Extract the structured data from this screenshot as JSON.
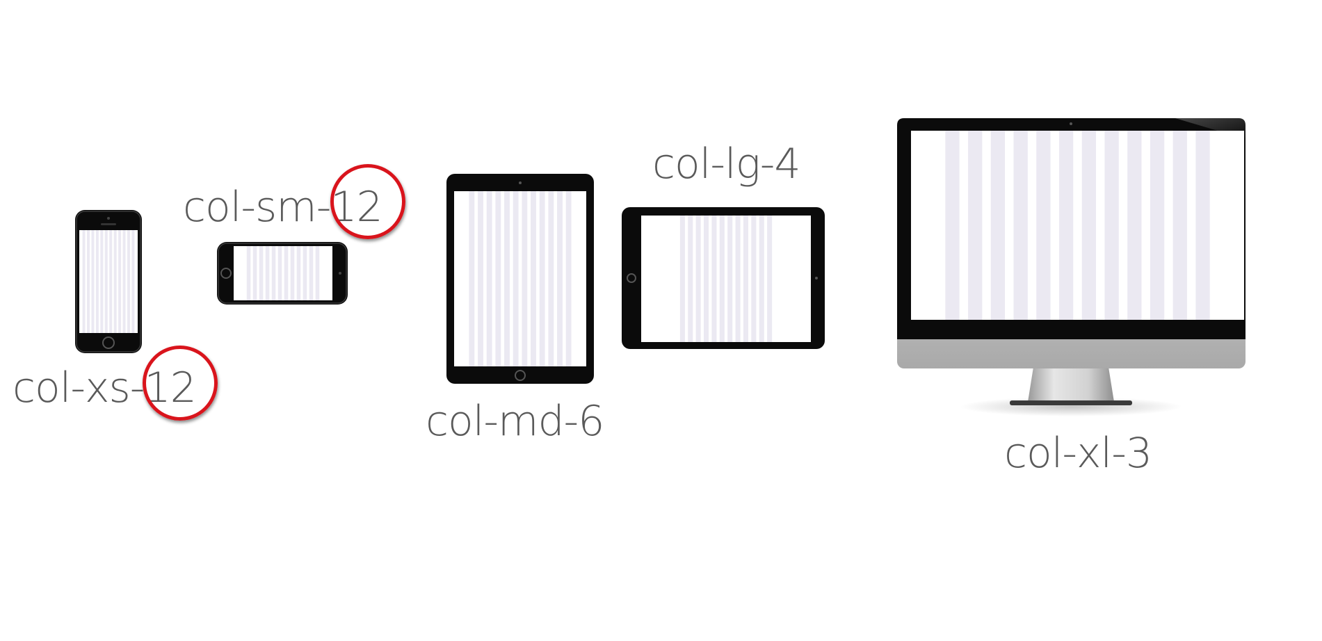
{
  "colors": {
    "background": "#ffffff",
    "device_body": "#0b0b0b",
    "grid_column": "#ebe9f2",
    "screen": "#ffffff",
    "highlight_circle": "#d9141c",
    "label_text": "#5a5a5a"
  },
  "labels": {
    "xs": {
      "prefix": "col-xs-",
      "number": "12",
      "highlighted": true
    },
    "sm": {
      "prefix": "col-sm-",
      "number": "12",
      "highlighted": true
    },
    "md": {
      "prefix": "col-md-",
      "number": "6",
      "highlighted": false
    },
    "lg": {
      "prefix": "col-lg-",
      "number": "4",
      "highlighted": false
    },
    "xl": {
      "prefix": "col-xl-",
      "number": "3",
      "highlighted": false
    }
  },
  "devices": [
    {
      "name": "phone-portrait",
      "grid_columns": 12
    },
    {
      "name": "phone-landscape",
      "grid_columns": 12
    },
    {
      "name": "tablet-portrait",
      "grid_columns": 12
    },
    {
      "name": "tablet-landscape",
      "grid_columns": 12
    },
    {
      "name": "desktop-monitor",
      "grid_columns": 12
    }
  ]
}
